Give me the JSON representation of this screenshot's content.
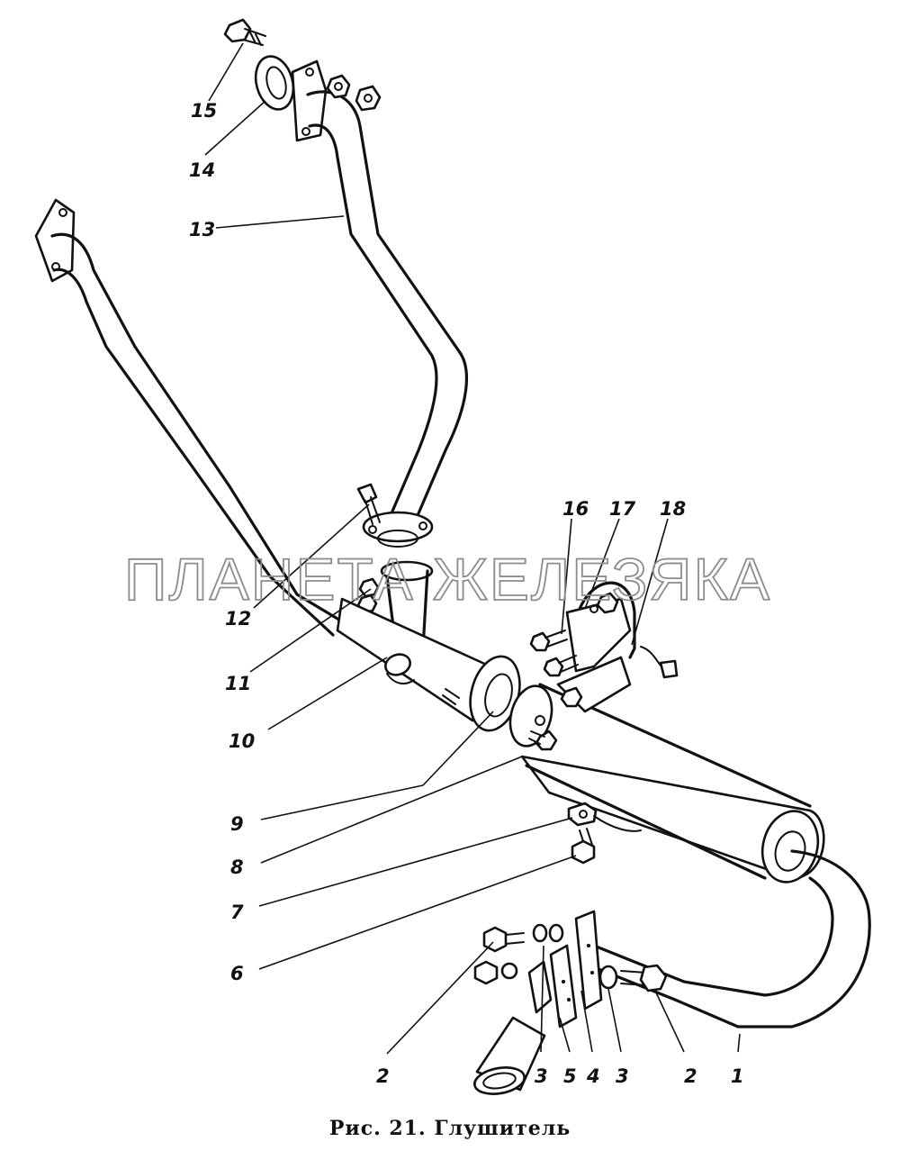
{
  "caption": "Рис. 21. Глушитель",
  "watermark": "ПЛАНЕТА ЖЕЛЕЗЯКА",
  "callouts": [
    "1",
    "2",
    "2",
    "3",
    "3",
    "4",
    "5",
    "6",
    "7",
    "8",
    "9",
    "10",
    "11",
    "12",
    "13",
    "14",
    "15",
    "16",
    "17",
    "18"
  ]
}
